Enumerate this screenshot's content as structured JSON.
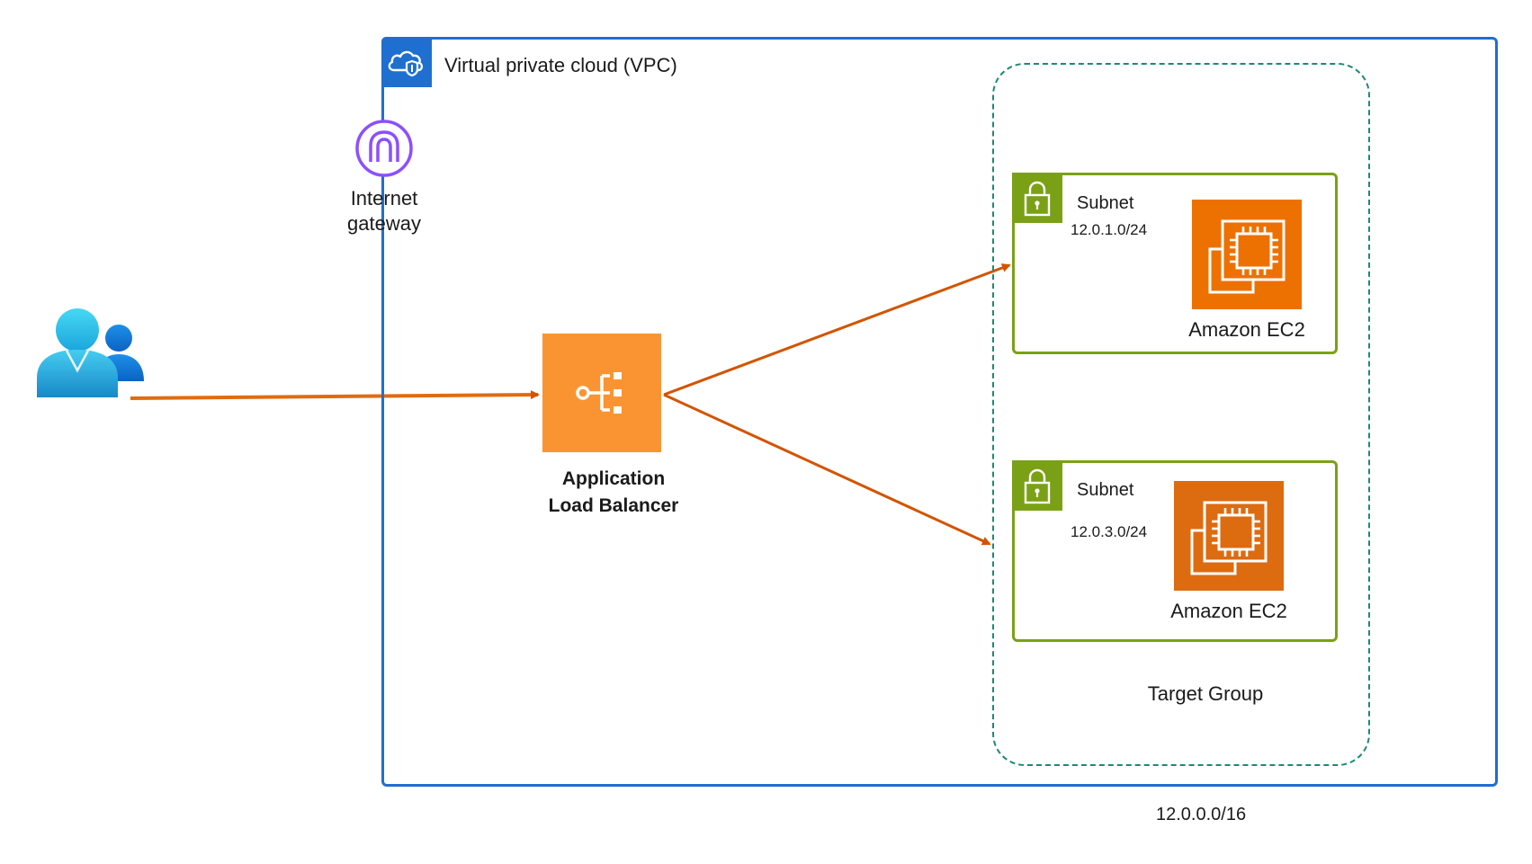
{
  "vpc": {
    "label": "Virtual private cloud (VPC)",
    "cidr": "12.0.0.0/16",
    "color": "#1f6fd0",
    "icon": "vpc-cloud-shield-icon"
  },
  "internet_gateway": {
    "line1": "Internet",
    "line2": "gateway",
    "color": "#8c4fff",
    "icon": "internet-gateway-icon"
  },
  "user": {
    "icon": "users-icon"
  },
  "load_balancer": {
    "line1": "Application",
    "line2": "Load Balancer",
    "color": "#fa9433",
    "icon": "application-load-balancer-icon"
  },
  "target_group": {
    "label": "Target Group",
    "border_color": "#1c8a72"
  },
  "subnets": [
    {
      "title": "Subnet",
      "cidr": "12.0.1.0/24",
      "instance_label": "Amazon EC2",
      "instance_color": "#ed7100"
    },
    {
      "title": "Subnet",
      "cidr": "12.0.3.0/24",
      "instance_label": "Amazon EC2",
      "instance_color": "#dd6b10"
    }
  ],
  "colors": {
    "arrow": "#d35400",
    "subnet": "#7aa116"
  }
}
